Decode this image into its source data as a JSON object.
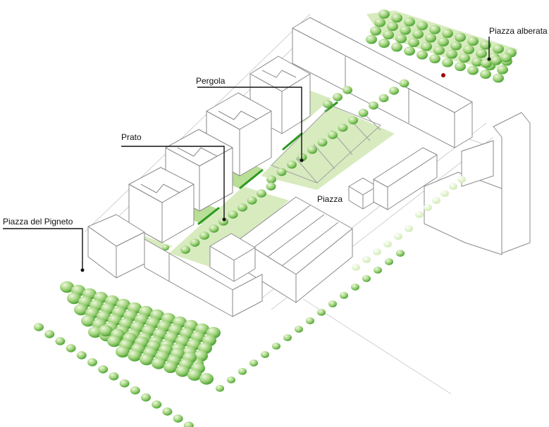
{
  "labels": {
    "piazza_alberata": "Piazza alberata",
    "pergola": "Pergola",
    "prato": "Prato",
    "piazza": "Piazza",
    "piazza_del_pigneto": "Piazza del Pigneto"
  },
  "colors": {
    "lawn": "#d8ebbf",
    "lawn_dark": "#b9de95",
    "hedge": "#2a9a1f",
    "tree_light": "#cdeaae",
    "tree_dark": "#3f9c2a",
    "building_stroke": "#8a8a8a",
    "building_fill": "#ffffff",
    "leader": "#111111",
    "marker": "#a00000"
  }
}
